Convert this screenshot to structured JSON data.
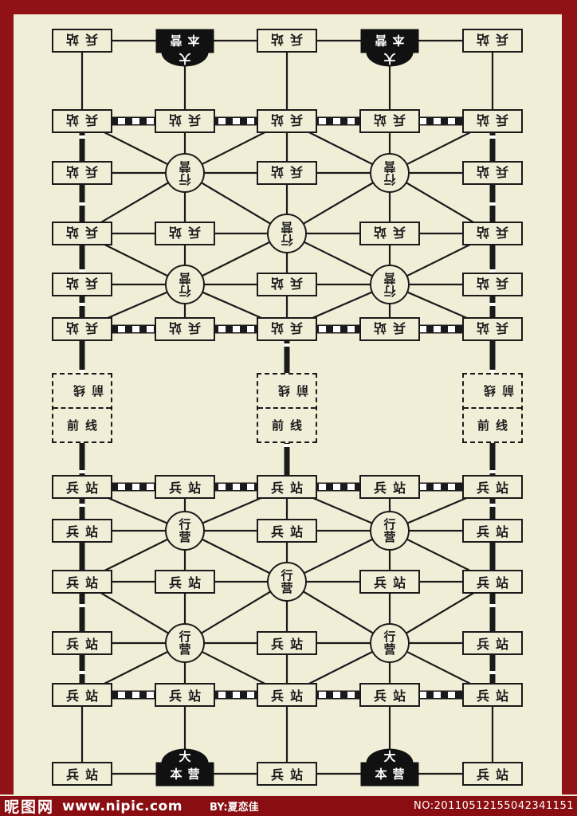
{
  "colors": {
    "background_cream": "#F1EED8",
    "frame_red": "#901116",
    "bar_red": "#8A0E11",
    "line_black": "#1A1A1A",
    "node_fill": "#F1EED8",
    "hq_fill": "#111111",
    "hq_text": "#FFFFFF",
    "rail_white": "#FFFFFF"
  },
  "board": {
    "labels": {
      "station": "兵站",
      "camp": "行营",
      "hq_dome": "大",
      "hq_base": "本营",
      "frontline": "前线"
    },
    "rows": [
      {
        "side": "top",
        "types": [
          "station",
          "hq",
          "station",
          "hq",
          "station"
        ]
      },
      {
        "side": "top",
        "types": [
          "station",
          "station",
          "station",
          "station",
          "station"
        ]
      },
      {
        "side": "top",
        "types": [
          "station",
          "camp",
          "station",
          "camp",
          "station"
        ]
      },
      {
        "side": "top",
        "types": [
          "station",
          "station",
          "camp",
          "station",
          "station"
        ]
      },
      {
        "side": "top",
        "types": [
          "station",
          "camp",
          "station",
          "camp",
          "station"
        ]
      },
      {
        "side": "top",
        "types": [
          "station",
          "station",
          "station",
          "station",
          "station"
        ]
      },
      {
        "side": "bottom",
        "types": [
          "station",
          "station",
          "station",
          "station",
          "station"
        ]
      },
      {
        "side": "bottom",
        "types": [
          "station",
          "camp",
          "station",
          "camp",
          "station"
        ]
      },
      {
        "side": "bottom",
        "types": [
          "station",
          "station",
          "camp",
          "station",
          "station"
        ]
      },
      {
        "side": "bottom",
        "types": [
          "station",
          "camp",
          "station",
          "camp",
          "station"
        ]
      },
      {
        "side": "bottom",
        "types": [
          "station",
          "station",
          "station",
          "station",
          "station"
        ]
      },
      {
        "side": "bottom",
        "types": [
          "station",
          "hq",
          "station",
          "hq",
          "station"
        ]
      }
    ],
    "frontline_columns": [
      1,
      3,
      5
    ]
  },
  "watermark": {
    "site_name": "昵图网",
    "site_url": "www.nipic.com",
    "credit": "BY:夏恋佳",
    "serial": "NO:20110512155042341151"
  }
}
